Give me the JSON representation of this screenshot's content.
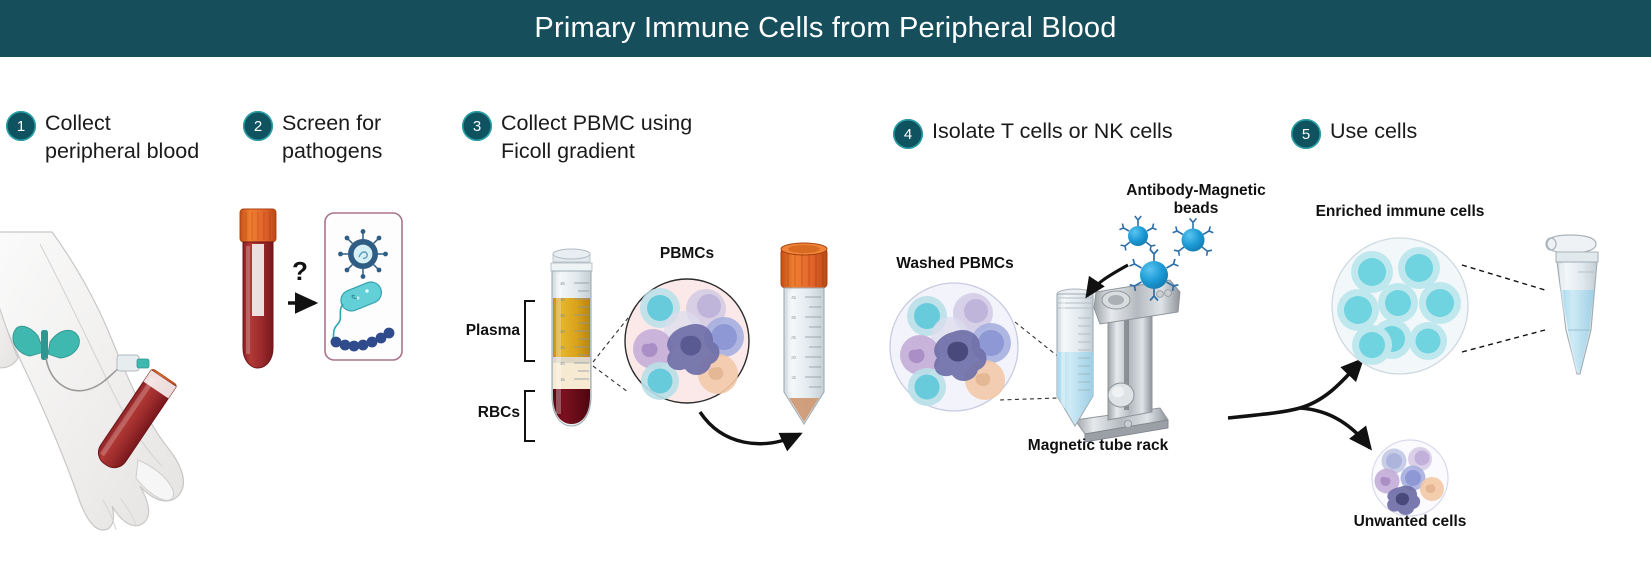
{
  "header": {
    "title": "Primary Immune Cells from Peripheral Blood",
    "bg_color": "#164e5c",
    "text_color": "#ffffff"
  },
  "steps": [
    {
      "number": "1",
      "label": "Collect\nperipheral blood"
    },
    {
      "number": "2",
      "label": "Screen for\npathogens"
    },
    {
      "number": "3",
      "label": "Collect PBMC using\nFicoll gradient"
    },
    {
      "number": "4",
      "label": "Isolate T cells or NK cells"
    },
    {
      "number": "5",
      "label": "Use cells"
    }
  ],
  "step_badge": {
    "fill": "#0f5260",
    "rim": "#2aa3a8",
    "text": "#ffffff"
  },
  "panel1": {
    "name": "blood draw from arm",
    "skin_color": "#f4f3f2",
    "butterfly_color": "#3fb8b0",
    "tube_cap_color": "#e2622a",
    "blood_color": "#8e2026"
  },
  "panel2": {
    "question_mark": "?",
    "tube_cap_color": "#e2622a",
    "blood_color": "#a3292b",
    "pathogen_box_border": "#a9748c",
    "pathogens": [
      "virus",
      "bacillus",
      "streptococcus-chain"
    ],
    "virus_color": "#2f5d84",
    "bacillus_color": "#63cfd6",
    "chain_color": "#2f4b8c"
  },
  "panel3": {
    "labels": {
      "plasma": "Plasma",
      "rbcs": "RBCs",
      "pbmcs": "PBMCs"
    },
    "layers": {
      "plasma_color": "#d9a21b",
      "ficoll_color": "#f7ead2",
      "rbc_color": "#6d0d18",
      "buffy_color": "#ddd6c4"
    },
    "pbmc_circle_bg": "#fbe9e9",
    "collection_tube_cap_color": "#e2622a",
    "pellet_color": "#cf9a75"
  },
  "panel4": {
    "labels": {
      "washed_pbmcs": "Washed PBMCs",
      "beads": "Antibody-Magnetic\nbeads",
      "rack": "Magnetic tube rack"
    },
    "washed_circle_bg": "#f3f4fb",
    "bead_color": "#1c9ad6",
    "antibody_color": "#2f6fa8",
    "rack_color": "#b9bcc0",
    "tube_liquid_color": "#bfe4f2"
  },
  "panel5": {
    "labels": {
      "enriched": "Enriched immune cells",
      "unwanted": "Unwanted cells"
    },
    "enriched_circle_bg": "#f2f7fa",
    "enriched_cell_color": "#7ed9e3",
    "unwanted_circle_bg": "#fafaff",
    "eppendorf_liquid_color": "#bfe4f2"
  },
  "arrows": {
    "color": "#111111"
  }
}
